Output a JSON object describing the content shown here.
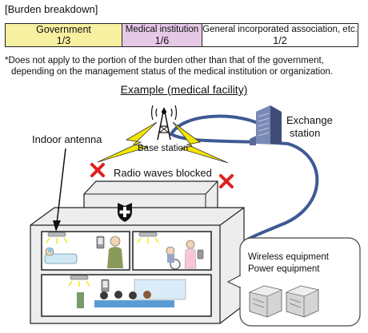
{
  "burden": {
    "title": "[Burden breakdown]",
    "cells": [
      {
        "label": "Government",
        "value": "1/3",
        "color": "#f8f0a1"
      },
      {
        "label": "Medical institution",
        "value": "1/6",
        "color": "#e6c9e6"
      },
      {
        "label": "General incorporated association, etc.",
        "value": "1/2",
        "color": "#ffffff"
      }
    ]
  },
  "note": {
    "line1": "*Does not apply to the portion of the burden other than that of the government,",
    "line2": "depending on the management status of the  medical institution or organization."
  },
  "example": {
    "title": "Example (medical facility)",
    "labels": {
      "indoor_antenna": "Indoor antenna",
      "base_station": "Base station",
      "radio_blocked": "Radio waves blocked",
      "exchange_line1": "Exchange",
      "exchange_line2": "station",
      "equipment_line1": "Wireless equipment",
      "equipment_line2": "Power equipment"
    },
    "colors": {
      "lightning": "#f2e600",
      "cross": "#e02020",
      "cable": "#3e5a93",
      "building": "#ededed",
      "room_border": "#222222"
    },
    "icons": [
      "antenna-tower-icon",
      "lightning-icon",
      "blocked-cross-icon",
      "exchange-building-icon",
      "medical-shield-icon",
      "ceiling-antenna-icon",
      "server-icon"
    ]
  }
}
